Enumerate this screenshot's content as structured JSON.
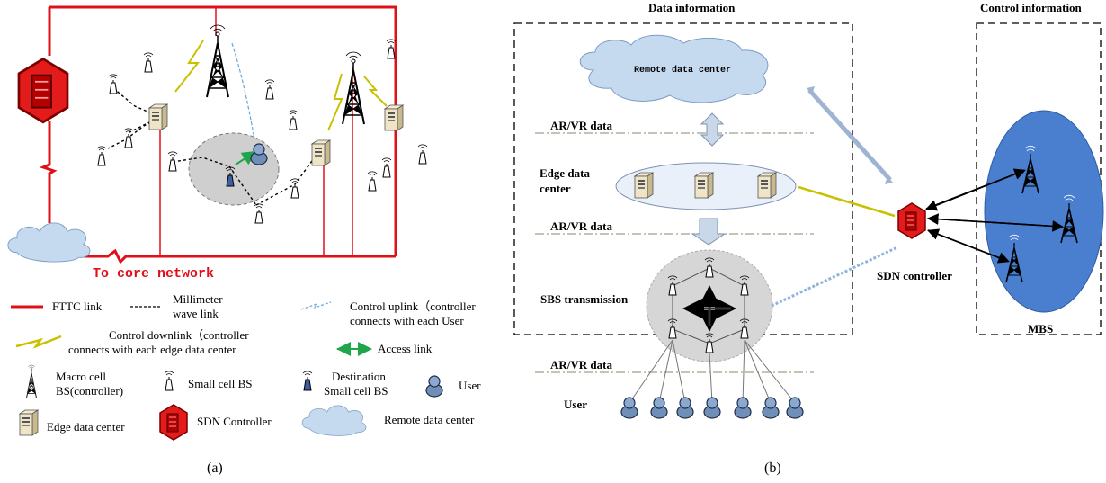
{
  "panel_a": {
    "core_network_label": "To core network",
    "caption": "(a)",
    "legend": {
      "fttc": "FTTC link",
      "mmwave_line1": "Millimeter",
      "mmwave_line2": "wave link",
      "uplink_line1": "Control uplink（controller",
      "uplink_line2": "connects with each User",
      "downlink_line1": "Control downlink（controller",
      "downlink_line2": "connects with each edge data center",
      "access": "Access link",
      "macro_line1": "Macro cell",
      "macro_line2": "BS(controller)",
      "small": "Small cell BS",
      "dest_line1": "Destination",
      "dest_line2": "Small cell BS",
      "user": "User",
      "edge": "Edge data center",
      "sdn": "SDN Controller",
      "remote": "Remote data center"
    }
  },
  "panel_b": {
    "data_info_title": "Data information",
    "control_info_title": "Control information",
    "remote_dc": "Remote data center",
    "arvr_1": "AR/VR data",
    "arvr_2": "AR/VR data",
    "arvr_3": "AR/VR data",
    "edge_line1": "Edge data",
    "edge_line2": "center",
    "sbs": "SBS transmission",
    "user": "User",
    "sdn": "SDN controller",
    "mbs": "MBS",
    "caption": "(b)"
  },
  "colors": {
    "fttc_red": "#e0101a",
    "cloud_blue": "#c5d9ef",
    "mbs_blue": "#4a7fd0",
    "access_green": "#1fa54a",
    "downlink_yellow": "#e8e010",
    "user_blue": "#6f8fb8"
  }
}
